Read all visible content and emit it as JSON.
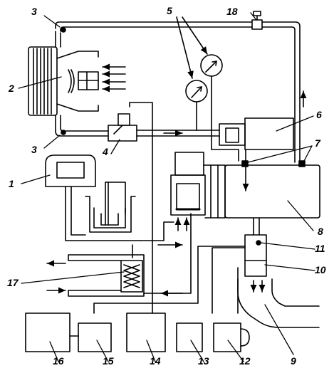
{
  "diagram": {
    "labels": {
      "l1": "1",
      "l2": "2",
      "l3a": "3",
      "l3b": "3",
      "l4": "4",
      "l5": "5",
      "l6": "6",
      "l7": "7",
      "l8": "8",
      "l9": "9",
      "l10": "10",
      "l11": "11",
      "l12": "12",
      "l13": "13",
      "l14": "14",
      "l15": "15",
      "l16": "16",
      "l17": "17",
      "l18": "18"
    },
    "colors": {
      "ink": "#000000",
      "paper": "#ffffff"
    }
  }
}
